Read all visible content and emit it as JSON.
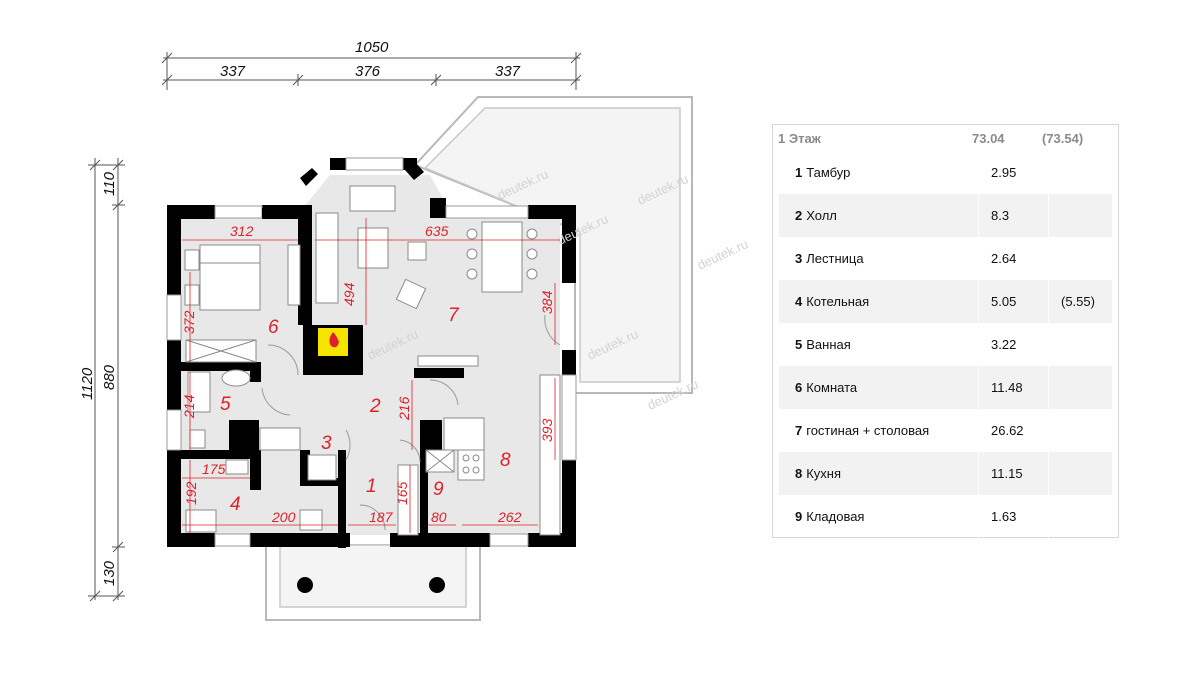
{
  "plan": {
    "dims": {
      "total_width": "1050",
      "width_parts": [
        "337",
        "376",
        "337"
      ],
      "total_height": "1120",
      "height_main": "880",
      "height_top": "110",
      "height_bottom": "130"
    },
    "room_dims": {
      "bedroom_width": "312",
      "bedroom_height": "372",
      "living_width": "635",
      "living_height": "494",
      "dining_height": "384",
      "bath_height": "214",
      "hall_height": "216",
      "kitchen_height": "393",
      "boiler_width": "175",
      "boiler_height": "192",
      "boiler_bottom": "200",
      "vestibule_width": "187",
      "vestibule_height": "165",
      "pantry_width": "80",
      "kitchen_width": "262"
    },
    "room_numbers": [
      "1",
      "2",
      "3",
      "4",
      "5",
      "6",
      "7",
      "8",
      "9"
    ],
    "watermark": "deutek.ru",
    "colors": {
      "wall": "#000000",
      "floor": "#e6e6e6",
      "dimension": "#e0202a",
      "fireplace": "#f5e400"
    }
  },
  "table": {
    "header": {
      "label": "1 Этаж",
      "area": "73.04",
      "area_alt": "(73.54)"
    },
    "rows": [
      {
        "num": "1",
        "name": "Тамбур",
        "area": "2.95",
        "alt": ""
      },
      {
        "num": "2",
        "name": "Холл",
        "area": "8.3",
        "alt": ""
      },
      {
        "num": "3",
        "name": "Лестница",
        "area": "2.64",
        "alt": ""
      },
      {
        "num": "4",
        "name": "Котельная",
        "area": "5.05",
        "alt": "(5.55)"
      },
      {
        "num": "5",
        "name": "Ванная",
        "area": "3.22",
        "alt": ""
      },
      {
        "num": "6",
        "name": "Комната",
        "area": "11.48",
        "alt": ""
      },
      {
        "num": "7",
        "name": "гостиная + столовая",
        "area": "26.62",
        "alt": ""
      },
      {
        "num": "8",
        "name": "Кухня",
        "area": "11.15",
        "alt": ""
      },
      {
        "num": "9",
        "name": "Кладовая",
        "area": "1.63",
        "alt": ""
      }
    ]
  }
}
